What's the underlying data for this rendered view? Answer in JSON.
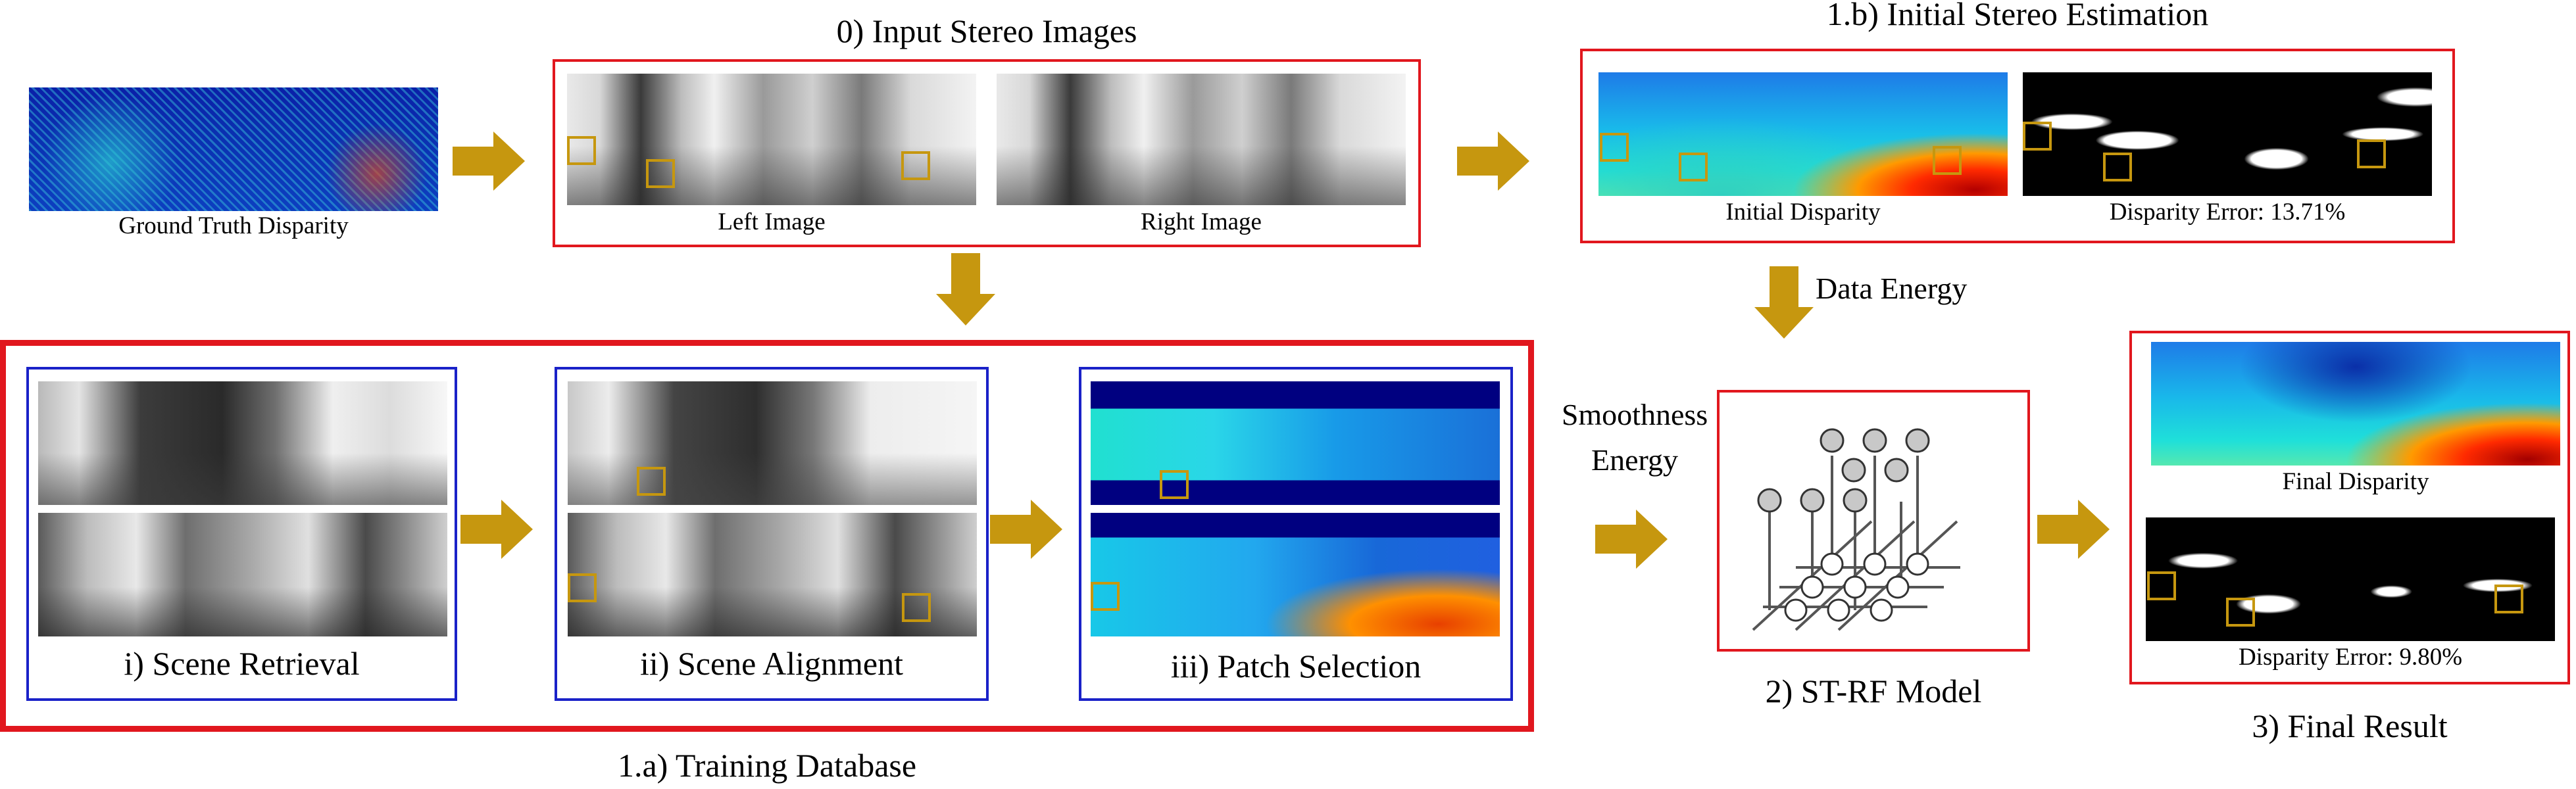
{
  "step0": {
    "title": "0) Input Stereo Images",
    "left_caption": "Left Image",
    "right_caption": "Right Image"
  },
  "ground_truth": {
    "caption": "Ground Truth Disparity"
  },
  "step1b": {
    "title": "1.b) Initial Stereo Estimation",
    "disp_caption": "Initial Disparity",
    "error_caption": "Disparity Error: 13.71%"
  },
  "step1a": {
    "title": "1.a) Training Database",
    "panels": [
      {
        "label": "i) Scene Retrieval"
      },
      {
        "label": "ii) Scene Alignment"
      },
      {
        "label": "iii) Patch Selection"
      }
    ]
  },
  "energies": {
    "data": "Data Energy",
    "smoothness": "Smoothness\nEnergy"
  },
  "step2": {
    "title": "2) ST-RF Model"
  },
  "step3": {
    "title": "3) Final Result",
    "disp_caption": "Final Disparity",
    "error_caption": "Disparity Error: 9.80%"
  },
  "colors": {
    "arrow": "#c6970f",
    "red_frame": "#e1171e",
    "blue_frame": "#1a22c8",
    "marker": "#c6970f"
  }
}
